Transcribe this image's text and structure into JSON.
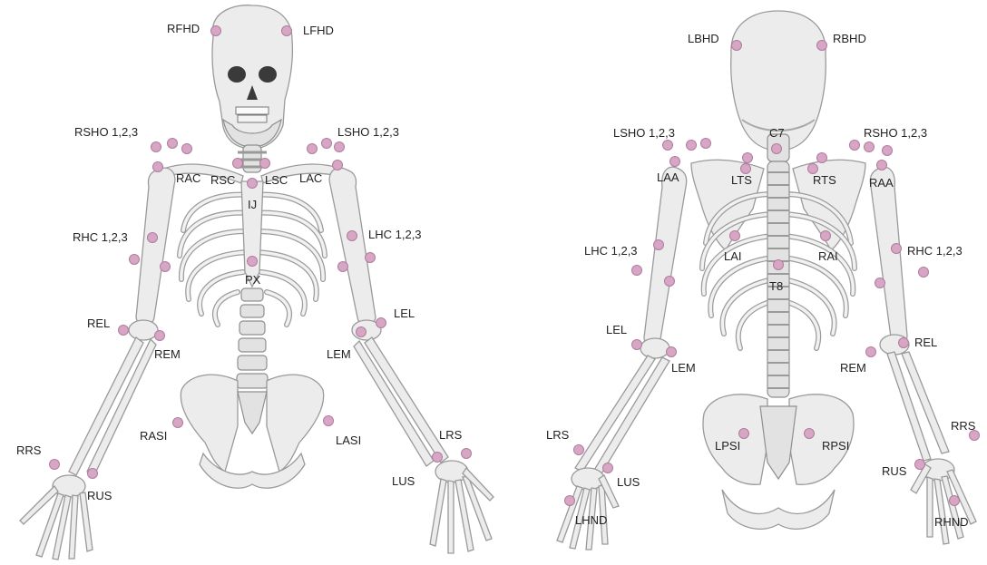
{
  "colors": {
    "background": "#ffffff",
    "marker": "#d7a6c4",
    "marker_edge": "#b07c9e",
    "bone": "#ececec",
    "label": "#222222"
  },
  "views": [
    {
      "id": "front",
      "labels": {
        "rfhd": "RFHD",
        "lfhd": "LFHD",
        "rsho": "RSHO 1,2,3",
        "lsho": "LSHO 1,2,3",
        "rac": "RAC",
        "rsc": "RSC",
        "lsc": "LSC",
        "lac": "LAC",
        "ij": "IJ",
        "rhc": "RHC 1,2,3",
        "lhc": "LHC 1,2,3",
        "px": "PX",
        "rel": "REL",
        "rem": "REM",
        "lel": "LEL",
        "lem": "LEM",
        "rasi": "RASI",
        "lasi": "LASI",
        "rrs": "RRS",
        "rus": "RUS",
        "lrs": "LRS",
        "lus": "LUS"
      }
    },
    {
      "id": "back",
      "labels": {
        "lbhd": "LBHD",
        "rbhd": "RBHD",
        "lsho": "LSHO 1,2,3",
        "rsho": "RSHO 1,2,3",
        "c7": "C7",
        "laa": "LAA",
        "lts": "LTS",
        "rts": "RTS",
        "raa": "RAA",
        "lhc": "LHC 1,2,3",
        "rhc": "RHC 1,2,3",
        "lai": "LAI",
        "rai": "RAI",
        "t8": "T8",
        "lel": "LEL",
        "lem": "LEM",
        "rel": "REL",
        "rem": "REM",
        "lpsi": "LPSI",
        "rpsi": "RPSI",
        "lrs": "LRS",
        "lus": "LUS",
        "lhnd": "LHND",
        "rrs": "RRS",
        "rus": "RUS",
        "rhnd": "RHND"
      }
    }
  ]
}
